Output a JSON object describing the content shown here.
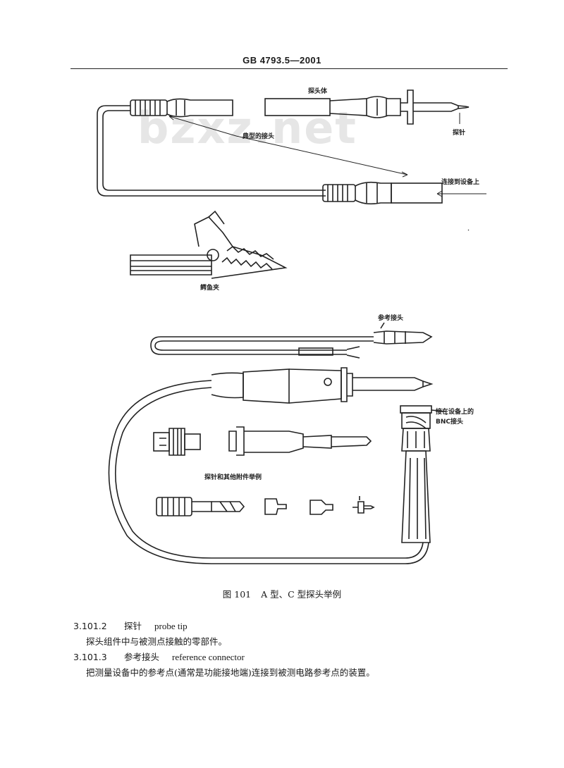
{
  "header": {
    "standard_no": "GB 4793.5—2001"
  },
  "watermark": {
    "text": "bzxz.net"
  },
  "figure": {
    "labels": {
      "probe_body": "探头体",
      "typical_connector": "典型的接头",
      "probe_tip": "探针",
      "connect_to_equipment": "连接到设备上",
      "alligator_clip": "鳄鱼夹",
      "reference_connector": "参考接头",
      "bnc_line1": "接在设备上的",
      "bnc_line2": "BNC接头",
      "accessories": "探针和其他附件举例"
    },
    "caption": {
      "number": "图 101",
      "text": "A 型、C 型探头举例"
    }
  },
  "clauses": [
    {
      "number": "3.101.2",
      "term": "探针",
      "english": "probe tip",
      "definition": "探头组件中与被测点接触的零部件。"
    },
    {
      "number": "3.101.3",
      "term": "参考接头",
      "english": "reference connector",
      "definition": "把测量设备中的参考点(通常是功能接地端)连接到被测电路参考点的装置。"
    }
  ]
}
